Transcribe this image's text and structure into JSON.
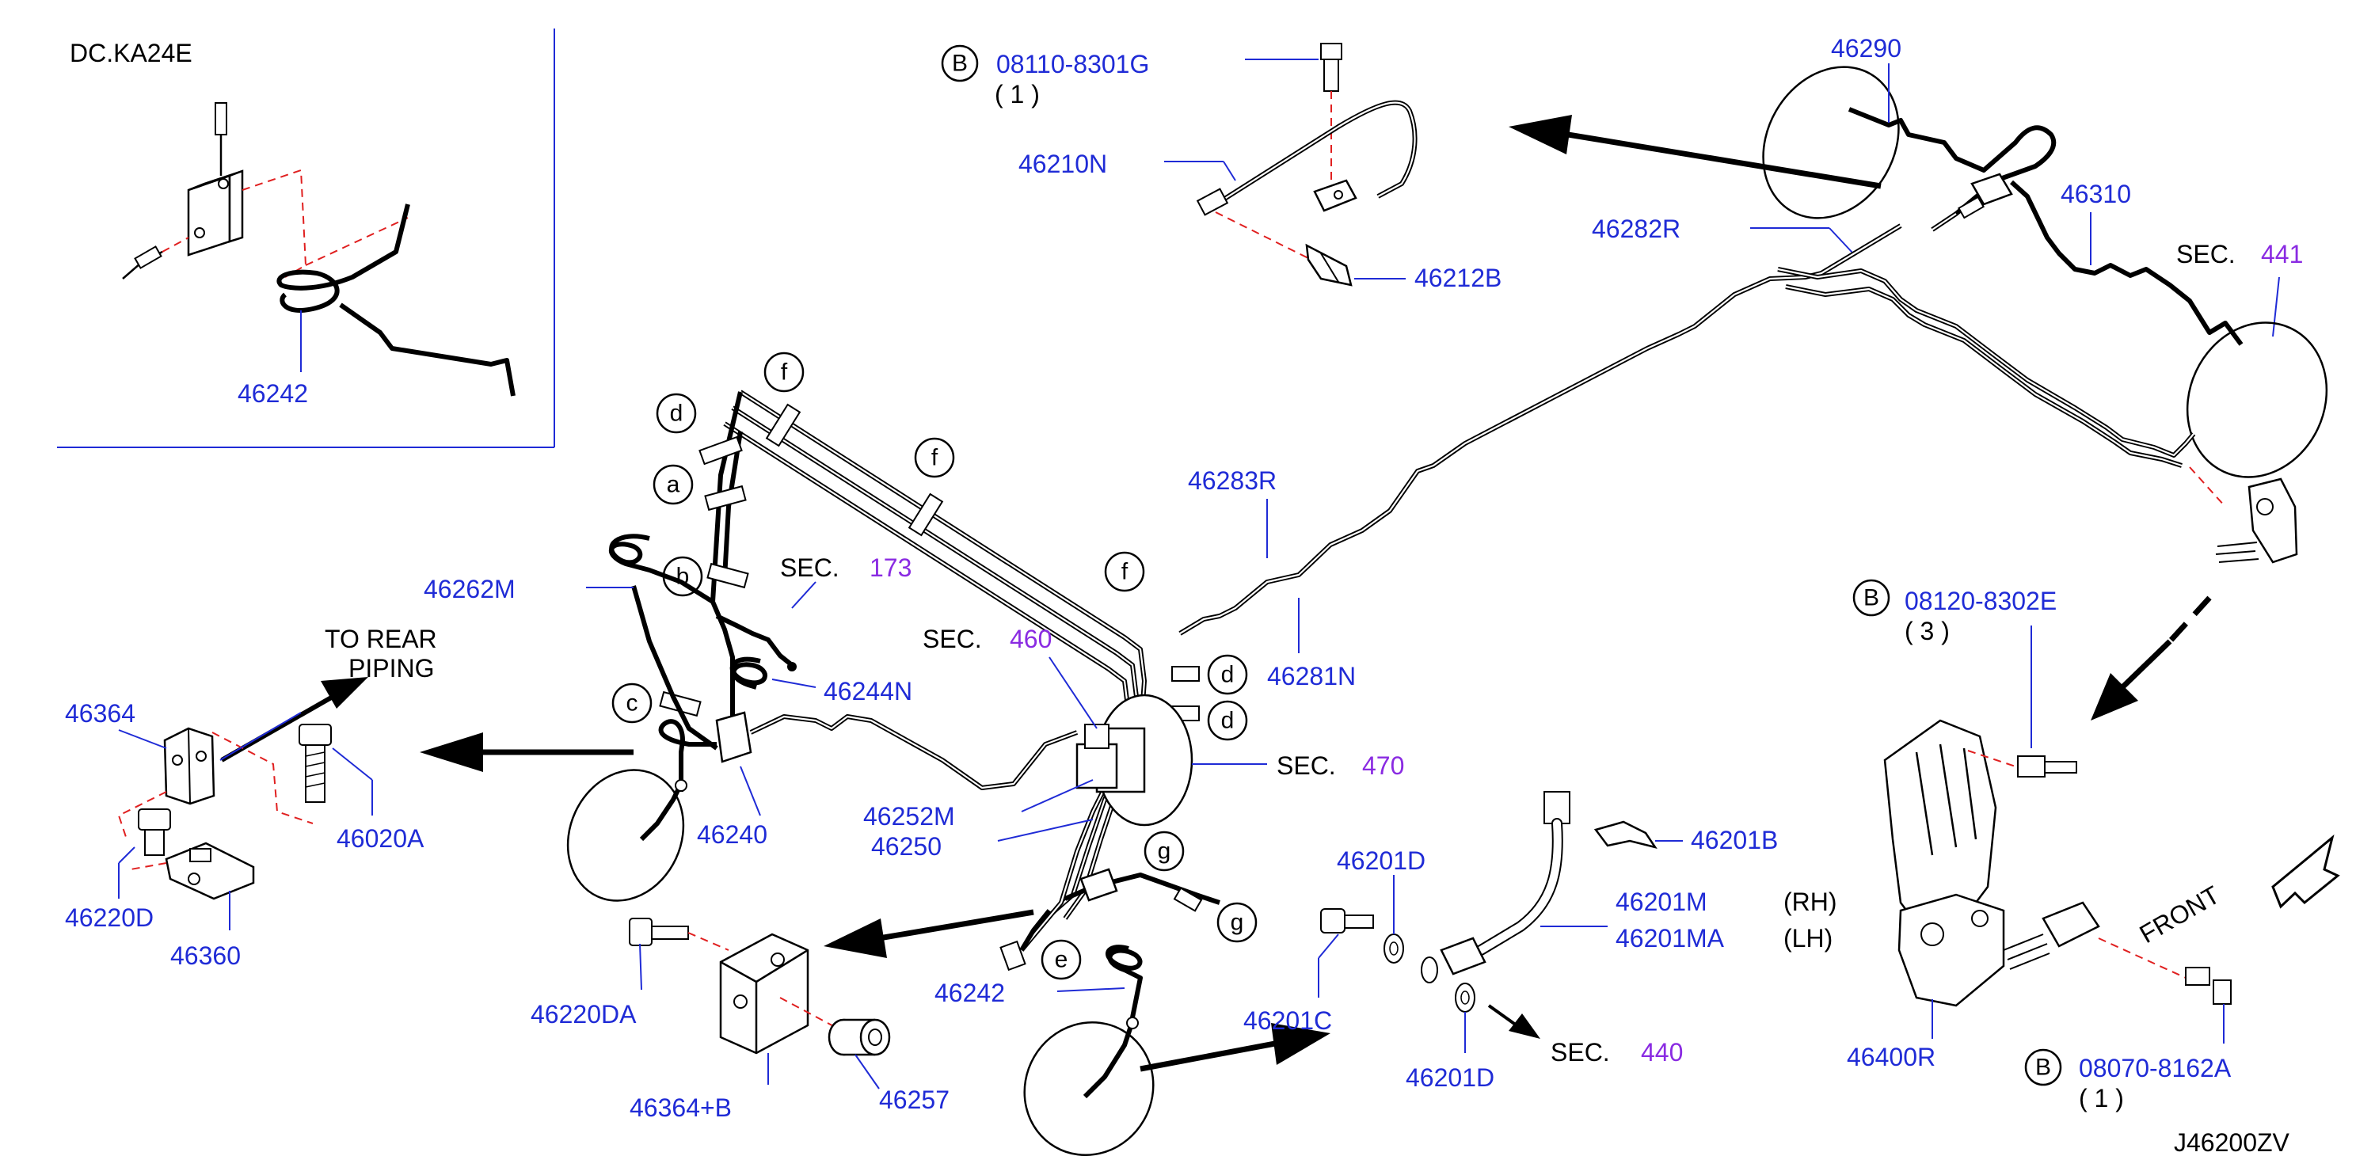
{
  "inset": {
    "title": "DC.KA24E",
    "part": "46242"
  },
  "labels": {
    "bolt_top_ref": "B",
    "bolt_top_num": "08110-8301G",
    "bolt_top_qty": "( 1 )",
    "p46210N": "46210N",
    "p46212B": "46212B",
    "p46290": "46290",
    "p46310": "46310",
    "p46282R": "46282R",
    "sec441_prefix": "SEC.",
    "sec441_num": "441",
    "p46283R": "46283R",
    "p46281N": "46281N",
    "p46262M": "46262M",
    "sec173_prefix": "SEC.",
    "sec173_num": "173",
    "p46244N": "46244N",
    "sec460_prefix": "SEC.",
    "sec460_num": "460",
    "sec470_prefix": "SEC.",
    "sec470_num": "470",
    "to_rear_1": "TO  REAR",
    "to_rear_2": "PIPING",
    "p46364": "46364",
    "p46020A": "46020A",
    "p46240": "46240",
    "p46252M": "46252M",
    "p46250": "46250",
    "p46220D": "46220D",
    "p46360": "46360",
    "p46220DA": "46220DA",
    "p46364B": "46364+B",
    "p46257": "46257",
    "p46242": "46242",
    "p46201D_a": "46201D",
    "p46201B": "46201B",
    "p46201M": "46201M",
    "p46201MA": "46201MA",
    "rh": "(RH)",
    "lh": "(LH)",
    "p46201C": "46201C",
    "p46201D_b": "46201D",
    "sec440_prefix": "SEC.",
    "sec440_num": "440",
    "bolt_mid_ref": "B",
    "bolt_mid_num": "08120-8302E",
    "bolt_mid_qty": "( 3 )",
    "front": "FRONT",
    "p46400R": "46400R",
    "bolt_bot_ref": "B",
    "bolt_bot_num": "08070-8162A",
    "bolt_bot_qty": "( 1 )",
    "diagram_id": "J46200ZV"
  },
  "clips": {
    "d1": "d",
    "f1": "f",
    "a": "a",
    "f2": "f",
    "b": "b",
    "f3": "f",
    "c": "c",
    "d2": "d",
    "d3": "d",
    "g1": "g",
    "g2": "g",
    "e": "e"
  },
  "colors": {
    "part_number": "#1f2bd6",
    "section_ref": "#8a2be2",
    "assembly_line": "#e02020"
  }
}
